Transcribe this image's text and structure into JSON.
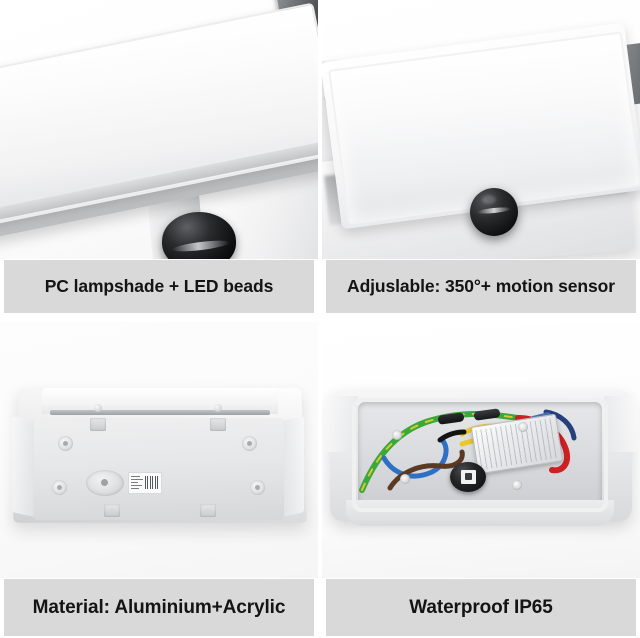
{
  "layout": {
    "type": "product-feature-grid",
    "columns": 2,
    "rows": 2,
    "background_color": "#ffffff",
    "caption_background_color": "#d9d9d9",
    "caption_text_color": "#141414"
  },
  "cells": [
    {
      "id": "cell-1",
      "position": "top-left",
      "caption": "PC lampshade + LED beads",
      "image_description": "Close-up of a tilted white rectangular LED flood light panel with a dark grey wall mounting bracket at the upper right and a glossy black spherical motion sensor head at the lower area"
    },
    {
      "id": "cell-2",
      "position": "top-right",
      "caption": "Adjuslable: 350°+ motion sensor",
      "image_description": "Angled view of the white LED panel head tilted on its adjustable arms above a white base, with a black circular motion sensor knob mounted below the panel"
    },
    {
      "id": "cell-3",
      "position": "bottom-left",
      "caption": "Material: Aluminium+Acrylic",
      "image_description": "Rear view of the white aluminium housing showing four screw bosses, a round cable knockout, mounting tabs and a small white product label with barcode"
    },
    {
      "id": "cell-4",
      "position": "bottom-right",
      "caption": "Waterproof IP65",
      "image_description": "Open housing interior showing internal wiring: green-yellow earth wire, blue neutral, brown live, red and yellow leads, a silver aluminium LED driver module, a black round sensor component and a blue wire connector cap"
    }
  ],
  "wire_colors": {
    "earth": "#3aa83a",
    "earth_stripe": "#d8c832",
    "neutral": "#2f6fc4",
    "live": "#5a3a22",
    "red": "#cf2024",
    "yellow": "#e8c82a",
    "dark_blue": "#24407d",
    "black": "#141414"
  }
}
